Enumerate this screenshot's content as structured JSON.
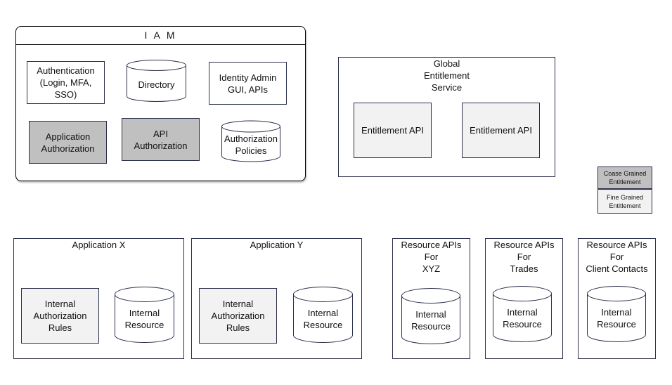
{
  "iam": {
    "title": "I A M",
    "authentication": "Authentication\n(Login, MFA, SSO)",
    "directory": "Directory",
    "identity_admin": "Identity Admin\nGUI, APIs",
    "app_authorization": "Application\nAuthorization",
    "api_authorization": "API\nAuthorization",
    "authorization_policies": "Authorization\nPolicies"
  },
  "global_entitlement": {
    "title": "Global\nEntitlement\nService",
    "api_1": "Entitlement API",
    "api_2": "Entitlement API"
  },
  "legend": {
    "coarse": "Coase Grained\nEntitlement",
    "fine": "Fine Grained\nEntitlement"
  },
  "applications": [
    {
      "title": "Application X",
      "rules": "Internal\nAuthorization\nRules",
      "resource": "Internal\nResource"
    },
    {
      "title": "Application Y",
      "rules": "Internal\nAuthorization\nRules",
      "resource": "Internal\nResource"
    }
  ],
  "resource_apis": [
    {
      "title": "Resource APIs\nFor\nXYZ",
      "resource": "Internal\nResource"
    },
    {
      "title": "Resource APIs\nFor\nTrades",
      "resource": "Internal\nResource"
    },
    {
      "title": "Resource APIs\nFor\nClient Contacts",
      "resource": "Internal\nResource"
    }
  ],
  "colors": {
    "coarse_fill": "#c0c0c0",
    "fine_fill": "#f2f2f2",
    "border": "#2b2f4a"
  }
}
